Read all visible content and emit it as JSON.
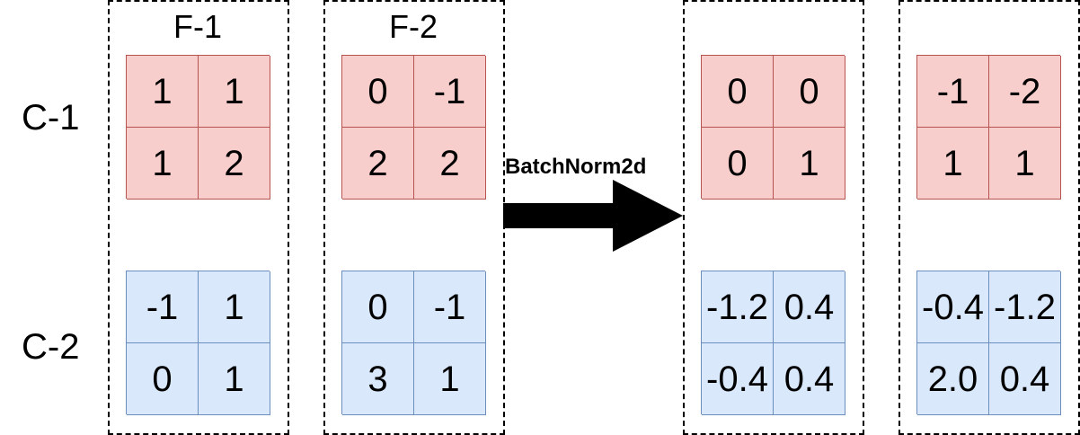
{
  "columns": [
    {
      "label": "F-1"
    },
    {
      "label": "F-2"
    },
    {
      "label": ""
    },
    {
      "label": ""
    }
  ],
  "rows": [
    {
      "label": "C-1"
    },
    {
      "label": "C-2"
    }
  ],
  "operation": {
    "label": "BatchNorm2d"
  },
  "colors": {
    "c1_fill": "#f8cecc",
    "c1_stroke": "#b85450",
    "c2_fill": "#dae8fc",
    "c2_stroke": "#6c8ebf"
  },
  "input": {
    "f1": {
      "c1": [
        "1",
        "1",
        "1",
        "2"
      ],
      "c2": [
        "-1",
        "1",
        "0",
        "1"
      ]
    },
    "f2": {
      "c1": [
        "0",
        "-1",
        "2",
        "2"
      ],
      "c2": [
        "0",
        "-1",
        "3",
        "1"
      ]
    }
  },
  "output": {
    "f1": {
      "c1": [
        "0",
        "0",
        "0",
        "1"
      ],
      "c2": [
        "-1.2",
        "0.4",
        "-0.4",
        "0.4"
      ]
    },
    "f2": {
      "c1": [
        "-1",
        "-2",
        "1",
        "1"
      ],
      "c2": [
        "-0.4",
        "-1.2",
        "2.0",
        "0.4"
      ]
    }
  }
}
